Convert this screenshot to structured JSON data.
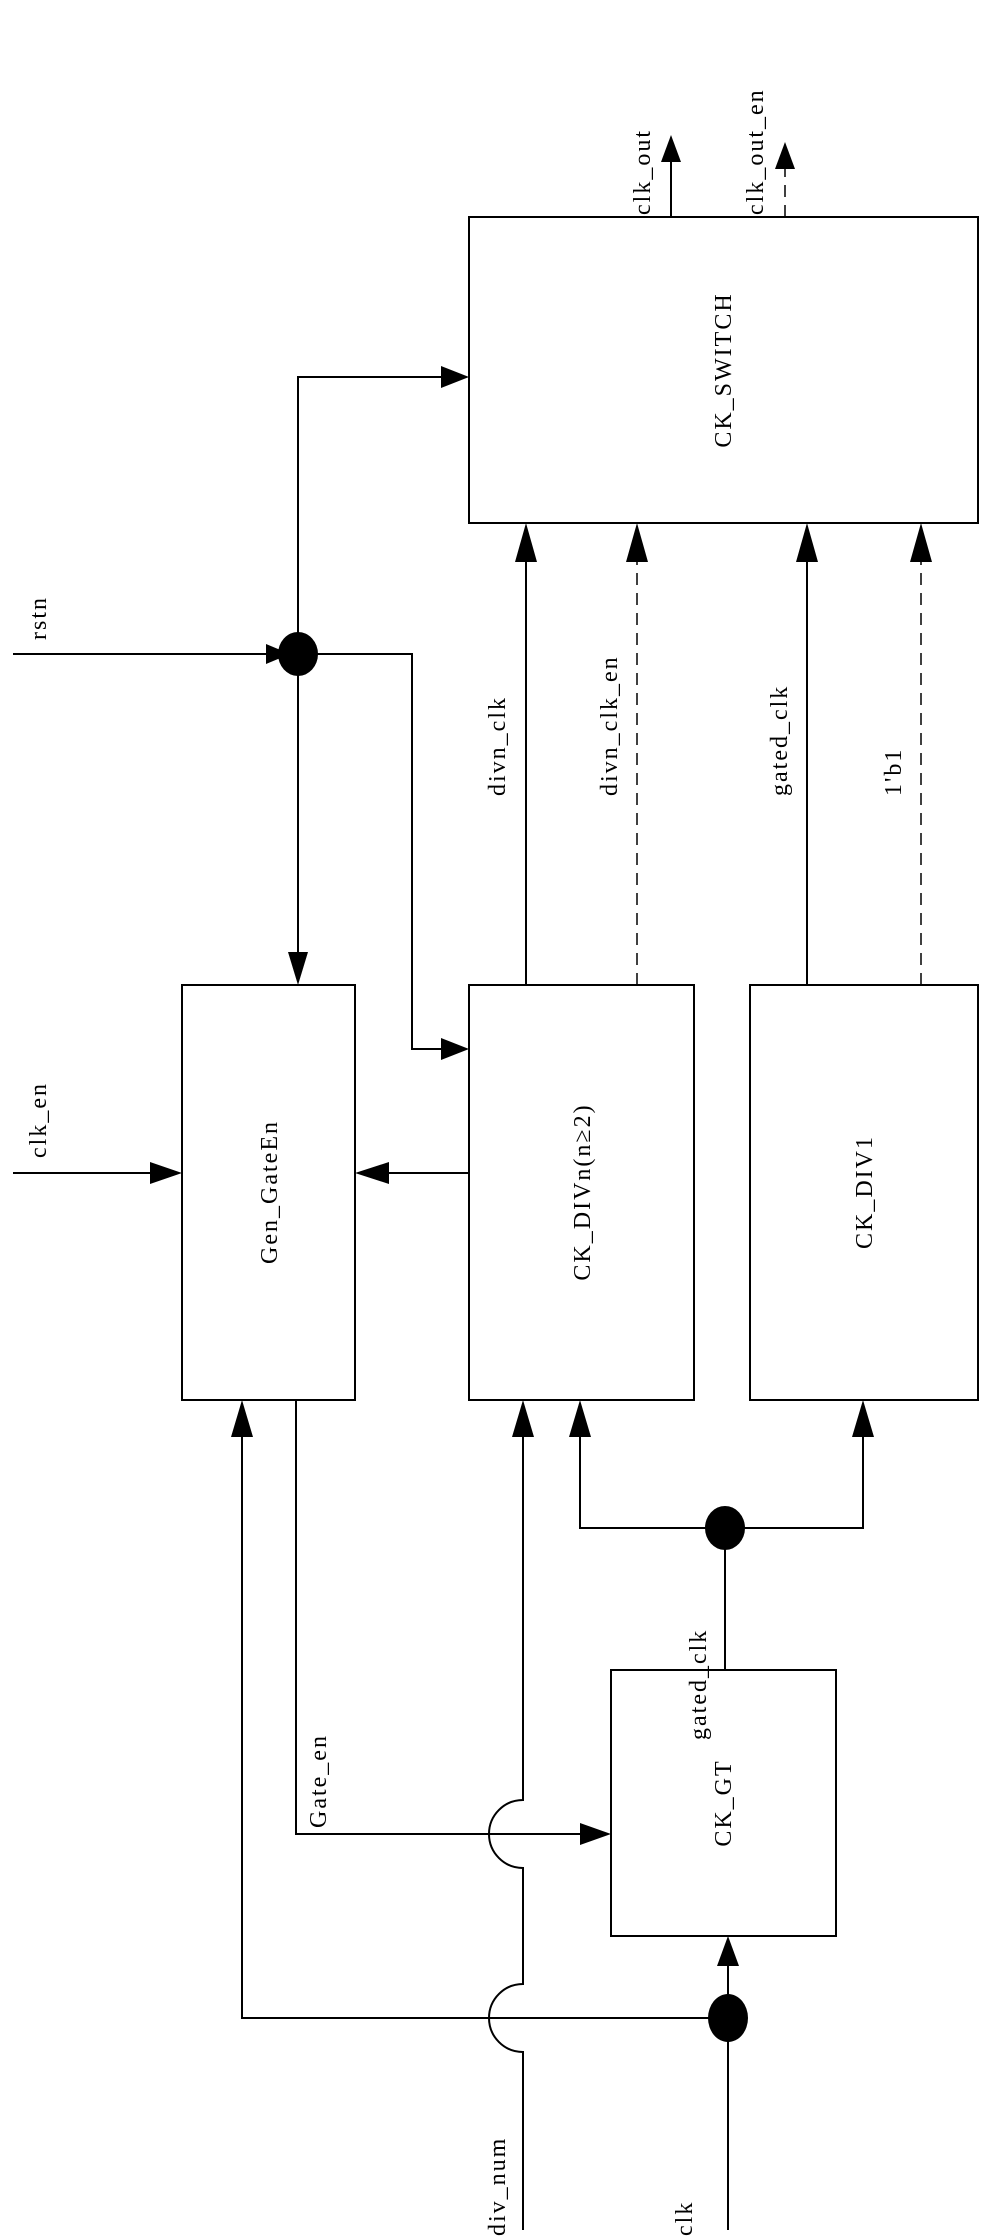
{
  "blocks": {
    "ck_switch": "CK_SWITCH",
    "gen_gateen": "Gen_GateEn",
    "ck_divn": "CK_DIVn(n≥2)",
    "ck_div1": "CK_DIV1",
    "ck_gt": "CK_GT"
  },
  "signals": {
    "clk_out": "clk_out",
    "clk_out_en": "clk_out_en",
    "rstn": "rstn",
    "clk_en": "clk_en",
    "divn_clk": "divn_clk",
    "divn_clk_en": "divn_clk_en",
    "gated_clk_top": "gated_clk",
    "one_b1": "1'b1",
    "gate_en": "Gate_en",
    "gated_clk_bottom": "gated_clk",
    "div_num": "div_num",
    "clk": "clk"
  }
}
